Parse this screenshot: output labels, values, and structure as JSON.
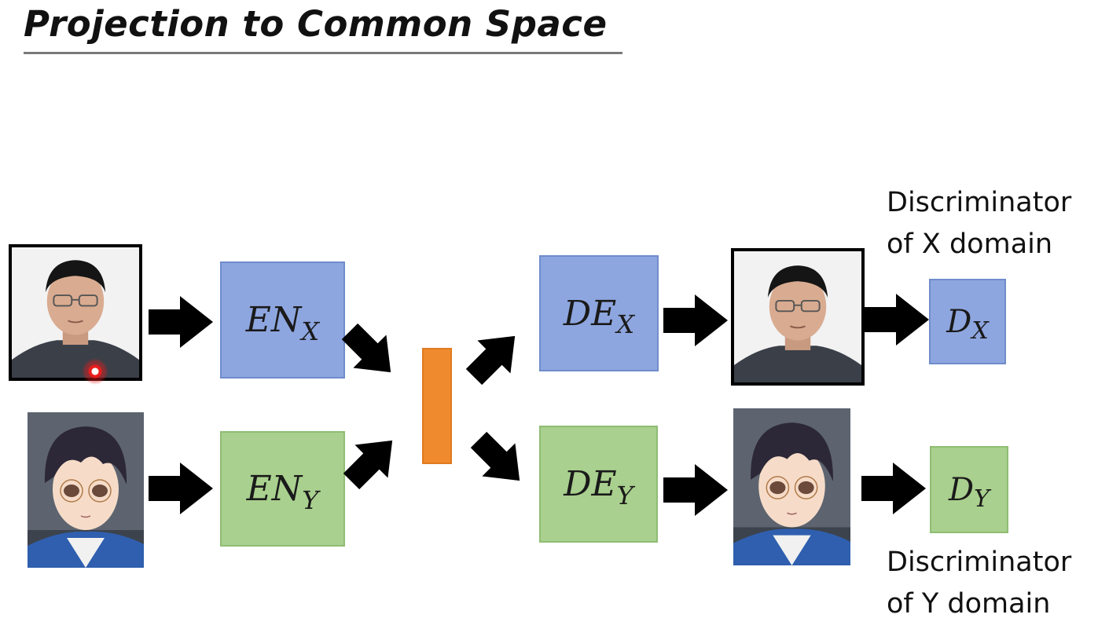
{
  "title": "Projection to Common Space",
  "boxes": {
    "en_x": {
      "main": "EN",
      "sub": "X"
    },
    "en_y": {
      "main": "EN",
      "sub": "Y"
    },
    "de_x": {
      "main": "DE",
      "sub": "X"
    },
    "de_y": {
      "main": "DE",
      "sub": "Y"
    },
    "d_x": {
      "main": "D",
      "sub": "X"
    },
    "d_y": {
      "main": "D",
      "sub": "Y"
    }
  },
  "labels": {
    "disc_x": [
      "Discriminator",
      "of X domain"
    ],
    "disc_y": [
      "Discriminator",
      "of Y domain"
    ]
  },
  "colors": {
    "blue_box": "#8ea6df",
    "green_box": "#a9d08e",
    "latent_code": "#f08a2e",
    "arrow": "#000000",
    "pointer": "#e81c1c"
  }
}
